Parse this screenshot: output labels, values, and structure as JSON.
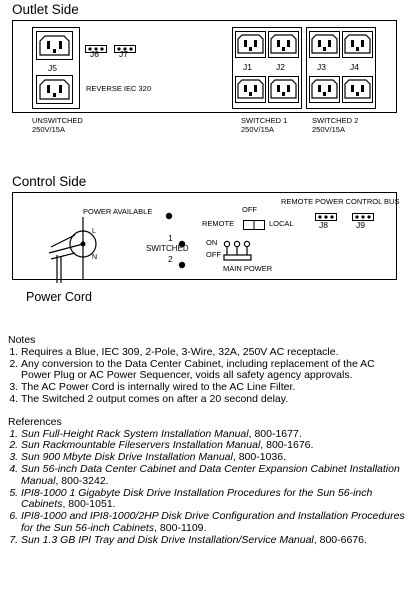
{
  "outlet_side": {
    "title": "Outlet Side",
    "outlets": {
      "j5": "J5",
      "j1": "J1",
      "j2": "J2",
      "j3": "J3",
      "j4": "J4"
    },
    "connectors": {
      "j6": "J6",
      "j7": "J7"
    },
    "reverse_label": "REVERSE IEC 320",
    "unswitched_label": [
      "UNSWITCHED",
      "250V/15A"
    ],
    "switched1_label": [
      "SWITCHED 1",
      "250V/15A"
    ],
    "switched2_label": [
      "SWITCHED 2",
      "250V/15A"
    ]
  },
  "control_side": {
    "title": "Control Side",
    "power_available": "POWER AVAILABLE",
    "off": "OFF",
    "remote": "REMOTE",
    "local": "LOCAL",
    "remote_bus": "REMOTE POWER CONTROL BUS",
    "j8": "J8",
    "j9": "J9",
    "switched_1": "1",
    "switched_word": "SWITCHED",
    "switched_2": "2",
    "on": "ON",
    "off2": "OFF",
    "main_power": "MAIN POWER",
    "cord_L": "L",
    "cord_N": "N",
    "power_cord": "Power Cord"
  },
  "notes": {
    "heading": "Notes",
    "items": [
      "Requires a Blue, IEC 309, 2-Pole, 3-Wire, 32A, 250V AC receptacle.",
      "Any conversion to the Data Center Cabinet, including replacement of the AC  Power Plug or AC Power Sequencer, voids all safety agency approvals.",
      "The AC Power Cord is internally wired to the AC Line Filter.",
      "The Switched 2 output comes on after a 20 second delay."
    ]
  },
  "references": {
    "heading": "References",
    "items": [
      {
        "title": "Sun Full-Height Rack System Installation Manual",
        "code": ", 800-1677."
      },
      {
        "title": "Sun Rackmountable Fileservers Installation Manual",
        "code": ", 800-1676."
      },
      {
        "title": "Sun 900 Mbyte Disk Drive Installation Manual",
        "code": ", 800-1036."
      },
      {
        "title": "Sun 56-inch Data Center Cabinet and Data Center Expansion Cabinet Installation Manual",
        "code": ", 800-3242."
      },
      {
        "title": "IPI8-1000 1 Gigabyte Disk Drive Installation Procedures for the Sun 56-inch Cabinets",
        "code": ", 800-1051."
      },
      {
        "title": "IPI8-1000 and IPI8-1000/2HP Disk Drive Configuration and Installation Procedures for the Sun 56-inch Cabinets",
        "code": ", 800-1109."
      },
      {
        "title": "Sun 1.3 GB IPI Tray and Disk Drive Installation/Service Manual",
        "code": ", 800-6676."
      }
    ]
  }
}
